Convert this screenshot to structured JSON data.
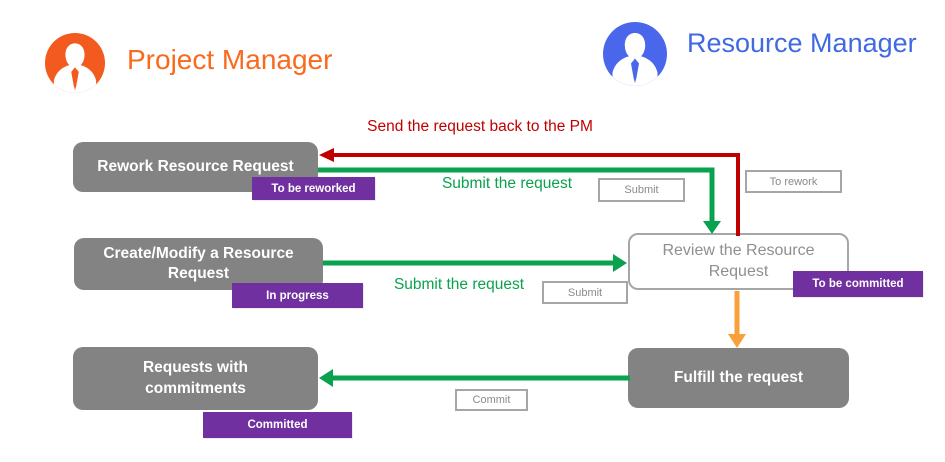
{
  "header": {
    "project_manager": {
      "label": "Project Manager"
    },
    "resource_manager": {
      "label": "Resource Manager"
    }
  },
  "nodes": {
    "rework": {
      "label": "Rework Resource Request",
      "status": "To be reworked"
    },
    "create_modify": {
      "label": "Create/Modify a Resource Request",
      "status": "In progress"
    },
    "requests_commitments": {
      "label": "Requests with commitments",
      "status": "Committed"
    },
    "review": {
      "label": "Review the Resource Request",
      "status": "To be committed"
    },
    "fulfill": {
      "label": "Fulfill the request"
    }
  },
  "edges": {
    "send_back": {
      "label": "Send the request back to the PM"
    },
    "submit_from_rework": {
      "label": "Submit the request",
      "button": "Submit"
    },
    "submit_from_create": {
      "label": "Submit the request",
      "button": "Submit"
    },
    "commit": {
      "button": "Commit"
    },
    "to_rework": {
      "button": "To rework"
    }
  },
  "icons": {
    "pm_avatar": "person-icon",
    "rm_avatar": "person-icon"
  },
  "colors": {
    "pm_accent": "#fa6a1e",
    "pm_avatar_fill": "#f35a1f",
    "rm_accent": "#4169e1",
    "rm_avatar_fill": "#4a67ec",
    "node_gray": "#838383",
    "badge_purple": "#7030a0",
    "arrow_green": "#0aa24e",
    "arrow_red": "#c00000",
    "arrow_orange": "#f9a03a"
  }
}
